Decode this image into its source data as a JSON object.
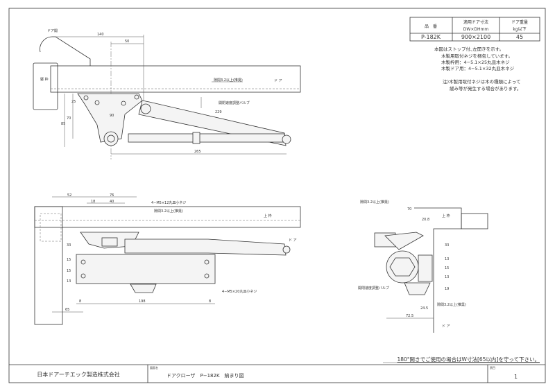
{
  "spec_table": {
    "headers": [
      "品　番",
      "適用ドア寸法\nDW×DHmm",
      "ドア重量\nkg以下"
    ],
    "header_col2_line1": "適用ドア寸法",
    "header_col2_line2": "DW×DHmm",
    "header_col3_line1": "ドア重量",
    "header_col3_line2": "kg以下",
    "row": {
      "model": "P-182K",
      "door_size": "900×2100",
      "door_weight": "45"
    }
  },
  "notes": [
    "本図はストップ付､左開きを示す。",
    "木製用取付ネジを梱包しています。",
    "木製枠用：4−5.1×25丸皿木ネジ",
    "木製ドア用：4−5.1×32丸皿木ネジ",
    "注)木製用取付ネジは木の種類によって",
    "緩み等が発生する場合があります。"
  ],
  "top_view": {
    "door_open_label": "ドア開",
    "frame_label": "竪 枠",
    "door_label": "ド ア",
    "gap_label": "隙間3.2以上(推奨)",
    "valve_label": "開閉速度調整バルブ",
    "dims": {
      "d140": "140",
      "d50": "50",
      "d229": "229",
      "d265": "265",
      "d90": "90",
      "d25": "25",
      "d70": "70",
      "d85": "85"
    }
  },
  "front_view": {
    "screw_top_label": "4−M5×12丸皿小ネジ",
    "gap_label": "隙間3.2以上(推奨)",
    "top_frame_label": "上 枠",
    "door_label": "ド ア",
    "screw_body_label": "4−M5×20丸皿小ネジ",
    "dims": {
      "d52": "52",
      "d76": "76",
      "d18": "18",
      "d40": "40",
      "d8a": "8",
      "d198": "198",
      "d8b": "8",
      "d65": "65",
      "v33": "33",
      "v15a": "15",
      "v15b": "15",
      "v13": "13"
    }
  },
  "side_view": {
    "gap_top_label": "隙間3.2以上(推奨)",
    "top_frame_label": "上 枠",
    "valve_label": "開閉速度調整バルブ",
    "gap_bottom_label": "隙間3.2以上(推奨)",
    "door_label": "ド ア",
    "dims": {
      "d70": "70",
      "d20_8": "20.8",
      "d24_5": "24.5",
      "d72_5": "72.5",
      "v33": "33",
      "v13a": "13",
      "v15": "15",
      "v13b": "13",
      "v19": "19"
    }
  },
  "bottom_note": "180°開きでご使用の場合はW寸法[65以内]を守って下さい。",
  "title_block": {
    "company": "日本ドアーチエック製造株式会社",
    "drawing_name_label": "図面名",
    "drawing_name": "ドアクローザ　P−182K　納まり図",
    "page_label": "頁目",
    "page_number": "1"
  }
}
